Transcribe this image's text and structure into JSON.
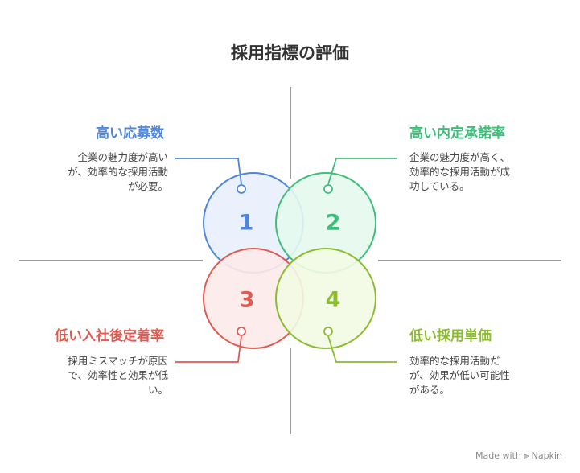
{
  "title": "採用指標の評価",
  "quadrants": [
    {
      "number": "1",
      "heading": "高い応募数",
      "lines": [
        "企業の魅力度が高い",
        "が、効率的な採用活動",
        "が必要。"
      ],
      "color": "#4f86d9",
      "fill": "#e9f0fc"
    },
    {
      "number": "2",
      "heading": "高い内定承諾率",
      "lines": [
        "企業の魅力度が高く、",
        "効率的な採用活動が成",
        "功している。"
      ],
      "color": "#3dbf7a",
      "fill": "#e6f9ee"
    },
    {
      "number": "3",
      "heading": "低い入社後定着率",
      "lines": [
        "採用ミスマッチが原因",
        "で、効率性と効果が低",
        "い。"
      ],
      "color": "#e05a52",
      "fill": "#fdeaea"
    },
    {
      "number": "4",
      "heading": "低い採用単価",
      "lines": [
        "効率的な採用活動だ",
        "が、効果が低い可能性",
        "がある。"
      ],
      "color": "#8bbb2e",
      "fill": "#f2fbe3"
    }
  ],
  "footer": {
    "made_with": "Made with",
    "brand": "Napkin"
  }
}
